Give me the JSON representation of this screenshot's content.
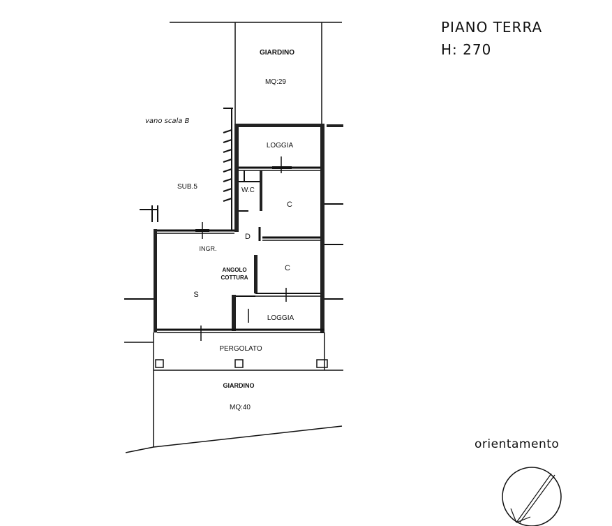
{
  "header": {
    "floor": "PIANO TERRA",
    "height": "H:  270"
  },
  "rooms": {
    "garden_top": "GIARDINO",
    "garden_top_area": "MQ:29",
    "stair": "vano scala B",
    "sub": "SUB.5",
    "loggia_top": "LOGGIA",
    "wc": "W.C",
    "bedroom_1": "C",
    "entrance_d": "D",
    "entrance": "INGR.",
    "kitchen_line1": "ANGOLO",
    "kitchen_line2": "COTTURA",
    "bedroom_2": "C",
    "living": "S",
    "loggia_bottom": "LOGGIA",
    "pergola": "PERGOLATO",
    "garden_bottom": "GIARDINO",
    "garden_bottom_area": "MQ:40"
  },
  "compass": {
    "label": "orientamento",
    "icon": "north-arrow-icon"
  }
}
